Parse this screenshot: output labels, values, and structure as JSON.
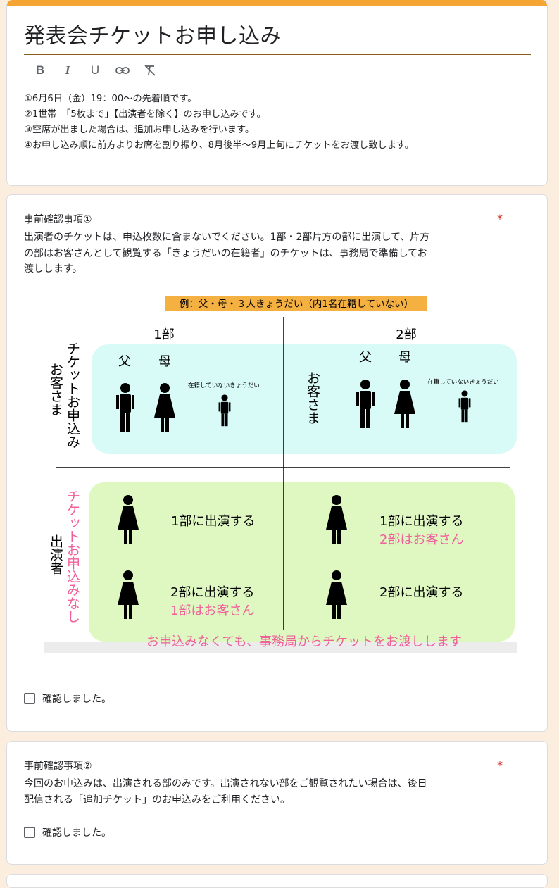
{
  "form": {
    "title": "発表会チケットお申し込み",
    "toolbar": [
      "B",
      "I",
      "U",
      "link",
      "clear-format"
    ],
    "description": [
      "①6月6日（金）19：00〜の先着順です。",
      "②1世帯　「5枚まで」【出演者を除く】のお申し込みです。",
      "③空席が出ました場合は、追加お申し込みを行います。",
      "④お申し込み順に前方よりお席を割り振り、8月後半〜9月上旬にチケットをお渡し致します。"
    ]
  },
  "q1": {
    "title": "事前確認事項①",
    "required_mark": "*",
    "description": [
      "出演者のチケットは、申込枚数に含まないでください。1部・2部片方の部に出演して、片方",
      "の部はお客さんとして観覧する「きょうだいの在籍者」のチケットは、事務局で準備してお",
      "渡しします。"
    ],
    "checkbox_label": "確認しました。"
  },
  "diagram": {
    "example_banner": "例：父・母・３人きょうだい（内1名在籍していない）",
    "col1_header": "1部",
    "col2_header": "2部",
    "row1_side_label_a": "チケットお申込み",
    "row1_side_label_b": "お客さま",
    "row1_col2_side_label": "お客さま",
    "father": "父",
    "mother": "母",
    "sibling_note": "在籍していないきょうだい",
    "row2_side_label_a": "チケットお申込みなし",
    "row2_side_label_b": "出演者",
    "perform1": "1部に出演する",
    "perform2": "2部に出演する",
    "guest2": "2部はお客さん",
    "guest1": "1部はお客さん",
    "footer_note": "お申込みなくても、事務局からチケットをお渡しします",
    "colors": {
      "banner": "#f5b042",
      "top_box": "#d8fbf8",
      "bottom_box": "#dff8c2",
      "pink": "#f0609a"
    }
  },
  "q2": {
    "title": "事前確認事項②",
    "required_mark": "*",
    "description": [
      "今回のお申込みは、出演される部のみです。出演されない部をご観覧されたい場合は、後日",
      "配信される「追加チケット」のお申込みをご利用ください。"
    ],
    "checkbox_label": "確認しました。"
  }
}
